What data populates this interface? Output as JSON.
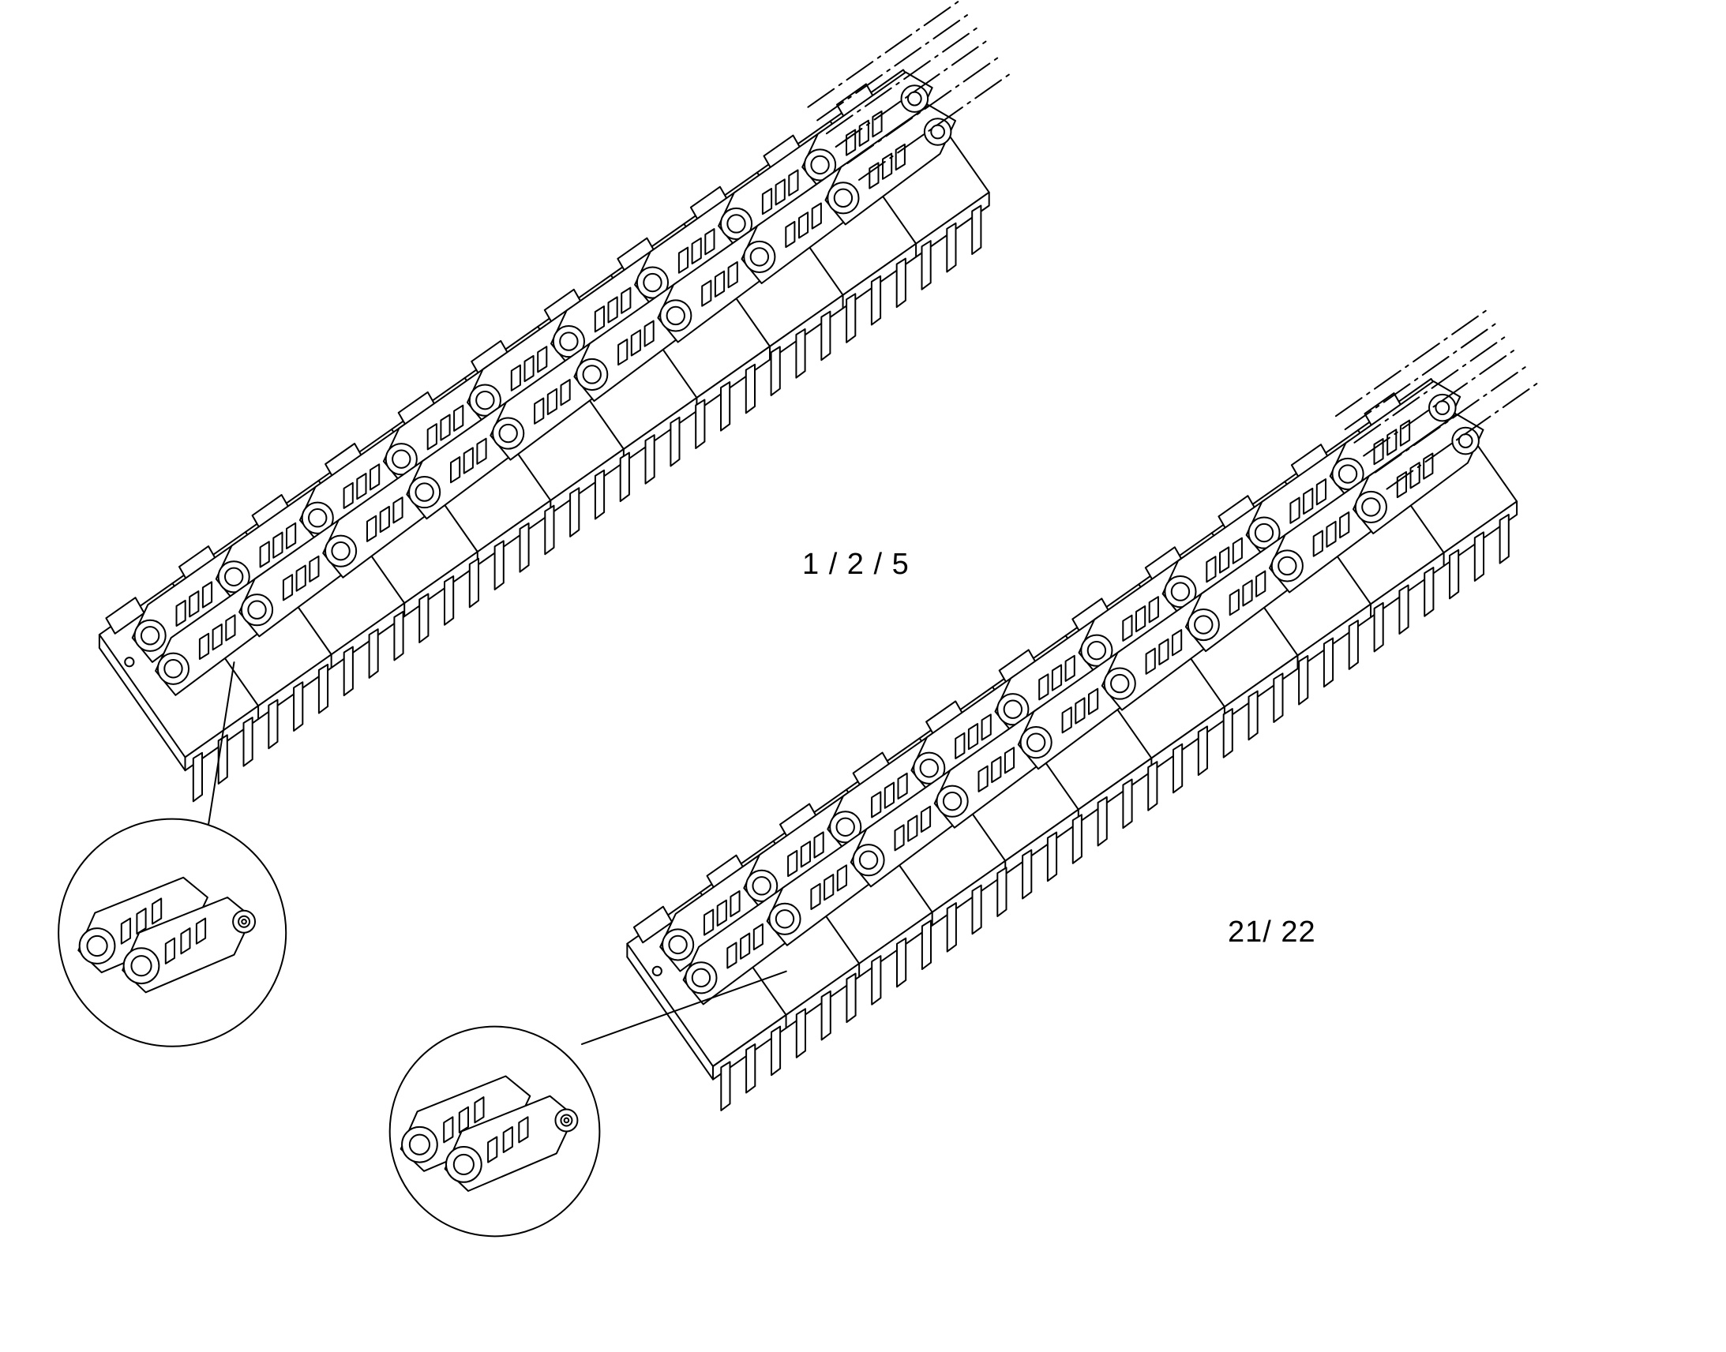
{
  "figure": {
    "callouts": [
      {
        "id": "upper-assembly",
        "text": "1 / 2 / 5"
      },
      {
        "id": "lower-assembly",
        "text": "21/ 22"
      }
    ],
    "colors": {
      "line": "#000000",
      "background": "#ffffff"
    },
    "icons": [
      "track-chain-assembly",
      "link-detail-magnifier",
      "leader-line",
      "dash-dot-continuation-line"
    ]
  }
}
